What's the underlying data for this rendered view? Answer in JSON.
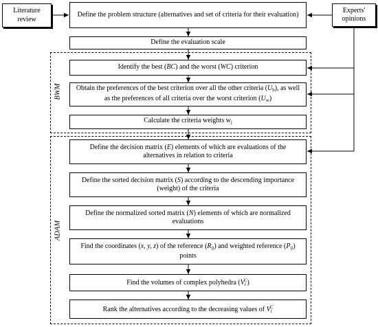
{
  "sources": {
    "literature": "Literature review",
    "experts": "Experts' opinions"
  },
  "steps": {
    "s1": "Define the problem structure (alternatives and set of criteria for their evaluation)",
    "s2": "Define the evaluation scale",
    "s3a": "Identify the best (",
    "s3b": "BC",
    "s3c": ") and the worst (",
    "s3d": "WC",
    "s3e": ") criterion",
    "s4a": "Obtain the preferences of the best criterion over all the other criteria (",
    "s4b": "U",
    "s4c": "b",
    "s4d": "), as well as the preferences of all criteria over the worst criterion (",
    "s4e": "U",
    "s4f": "w",
    "s4g": ")",
    "s5a": "Calculate the criteria weights w",
    "s5b": "j",
    "s6a": "Define the decision matrix (",
    "s6b": "E",
    "s6c": ") elements of which are evaluations of the alternatives in relation to criteria",
    "s7a": "Define the sorted decision matrix (",
    "s7b": "S",
    "s7c": ") according to the descending importance (weight) of the criteria",
    "s8a": "Define the normalized sorted matrix (",
    "s8b": "N",
    "s8c": ") elements of which are normalized evaluations",
    "s9a": "Find the coordinates (",
    "s9b": "x, y, z",
    "s9c": ") of the reference (",
    "s9d": "R",
    "s9e": "ij",
    "s9f": ") and weighted reference (",
    "s9g": "P",
    "s9h": "ij",
    "s9i": ") points",
    "s10a": "Find the volumes of complex polyhedra (",
    "s10b": "V",
    "s10c": "i",
    "s10d": "C",
    "s10e": ")",
    "s11a": "Rank the alternatives according to the decreasing values of ",
    "s11b": "V",
    "s11c": "i",
    "s11d": "C"
  },
  "groups": {
    "bwm": "BWM",
    "adam": "ADAM"
  }
}
